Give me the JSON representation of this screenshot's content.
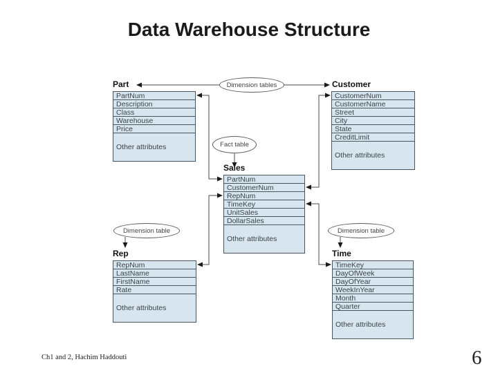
{
  "title": "Data Warehouse Structure",
  "annotations": {
    "dimension_tables_top": "Dimension tables",
    "fact_table": "Fact table",
    "dimension_table_left": "Dimension table",
    "dimension_table_right": "Dimension table"
  },
  "tables": {
    "part": {
      "name": "Part",
      "fields": [
        "PartNum",
        "Description",
        "Class",
        "Warehouse",
        "Price"
      ],
      "other": "Other attributes"
    },
    "customer": {
      "name": "Customer",
      "fields": [
        "CustomerNum",
        "CustomerName",
        "Street",
        "City",
        "State",
        "CreditLimit"
      ],
      "other": "Other attributes"
    },
    "sales": {
      "name": "Sales",
      "fields": [
        "PartNum",
        "CustomerNum",
        "RepNum",
        "TimeKey",
        "UnitSales",
        "DollarSales"
      ],
      "other": "Other attributes"
    },
    "rep": {
      "name": "Rep",
      "fields": [
        "RepNum",
        "LastName",
        "FirstName",
        "Rate"
      ],
      "other": "Other attributes"
    },
    "time": {
      "name": "Time",
      "fields": [
        "TimeKey",
        "DayOfWeek",
        "DayOfYear",
        "WeekInYear",
        "Month",
        "Quarter"
      ],
      "other": "Other attributes"
    }
  },
  "footer": {
    "credit": "Ch1 and 2, Hachim Haddouti",
    "page_number": "6"
  },
  "colors": {
    "row_fill": "#d7e5ee",
    "row_border": "#45545e",
    "connector": "#4a4a4a",
    "arrowhead": "#1a1a1a",
    "ellipse_border": "#5a5a5a"
  }
}
